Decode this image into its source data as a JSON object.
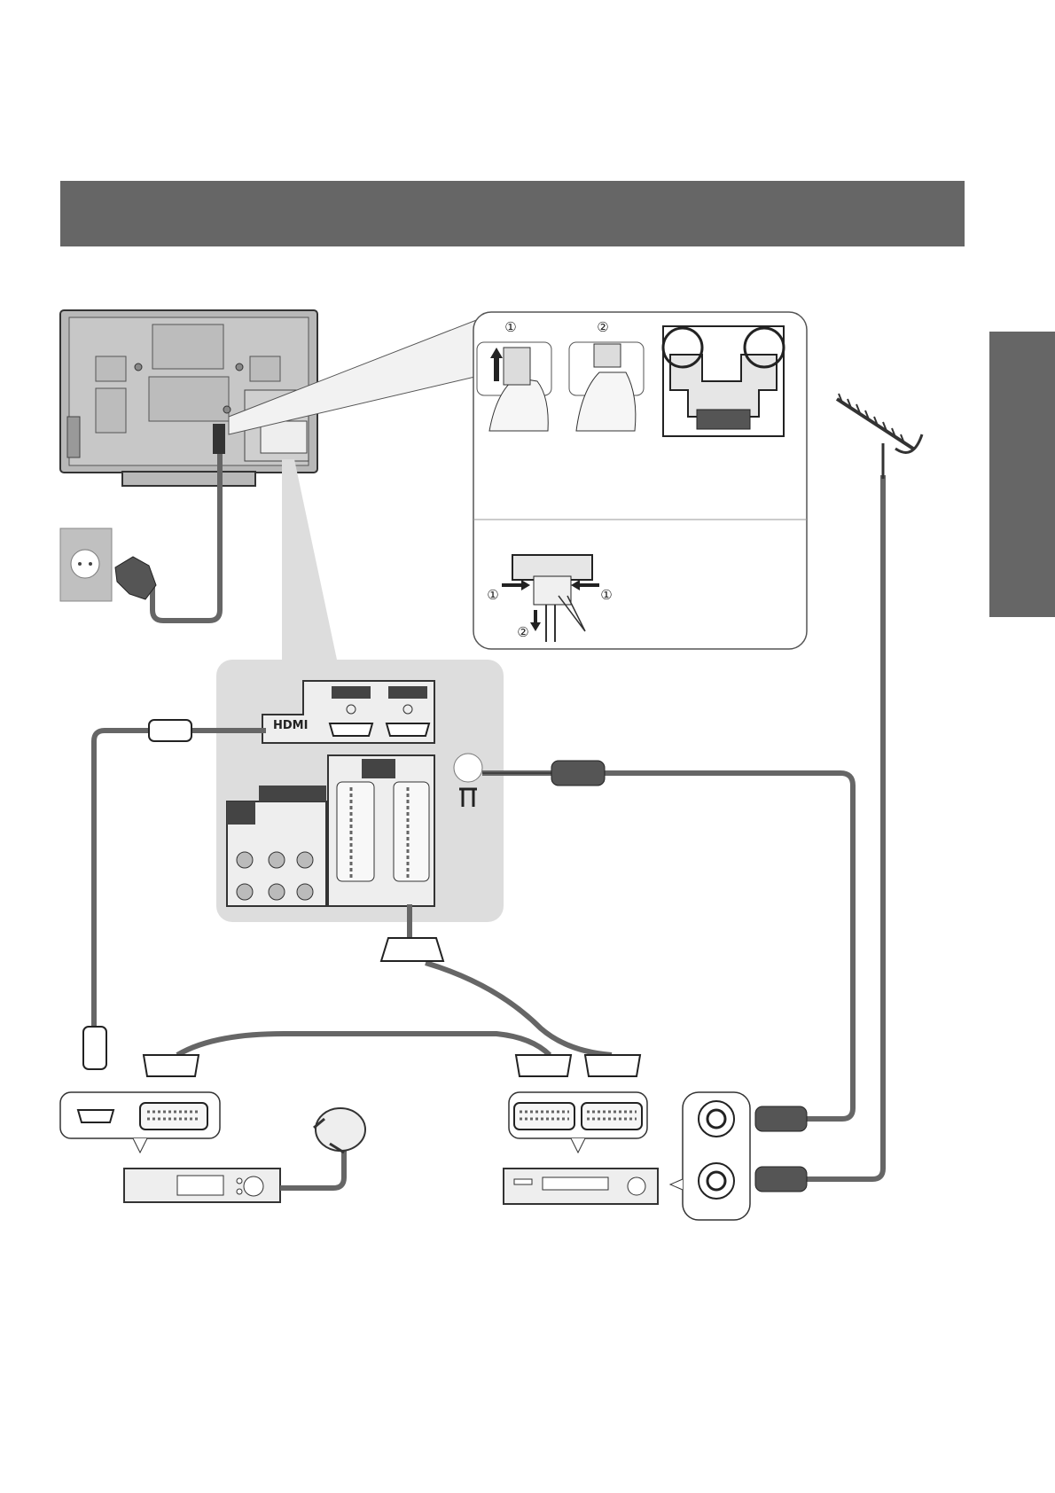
{
  "steps": {
    "step1": "①",
    "step2": "②"
  },
  "hdmi_logo": "HDMI",
  "colors": {
    "header_bar": "#666666",
    "cable": "#666666",
    "panel_bg": "#dddddd",
    "line": "#333333"
  },
  "icons": [
    "tv-rear-icon",
    "wall-socket-icon",
    "power-plug-icon",
    "clamp-detail-icon",
    "hdmi-plug-icon",
    "scart-plug-icon",
    "rf-plug-icon",
    "antenna-icon",
    "satellite-dish-icon",
    "set-top-box-icon",
    "recorder-icon",
    "aerial-socket-icon"
  ]
}
